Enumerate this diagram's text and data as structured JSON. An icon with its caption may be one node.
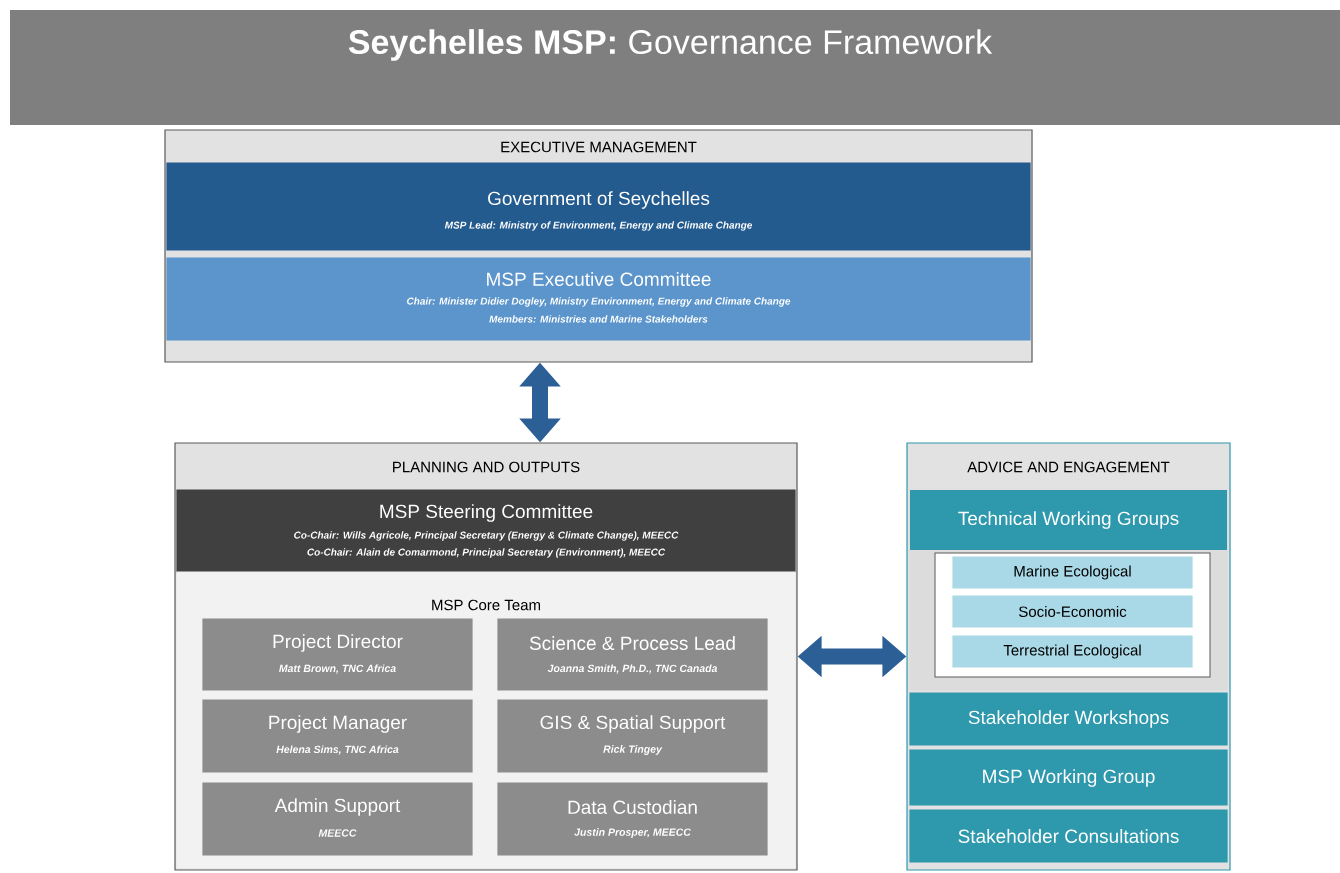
{
  "diagram": {
    "title": "**Seychelles MSP:** Governance Framework",
    "nodes": [
      {
        "text": [
          "EXECUTIVE MANAGEMENT"
        ]
      },
      {
        "text": [
          "Government of Seychelles",
          "MSP Lead: Ministry of Environment, Energy and Climate Change"
        ],
        "in": 0
      },
      {
        "text": [
          "MSP Executive Committee",
          "Chair: Minister Didier Dogley,  Ministry Environment, Energy and Climate Change",
          "Members: Ministries and Marine Stakeholders"
        ],
        "in": 0
      },
      {
        "text": [
          "PLANNING AND OUTPUTS"
        ]
      },
      {
        "text": [
          "MSP Steering Committee",
          "Co-Chair: Wills Agricole, Principal Secretary (Energy & Climate Change), MEECC",
          "Co-Chair: Alain de Comarmond, Principal Secretary (Environment), MEECC"
        ],
        "in": 3
      },
      {
        "text": [
          "MSP Core Team"
        ],
        "in": 3
      },
      {
        "text": [
          "Project Director",
          "Matt Brown, TNC Africa"
        ],
        "in": 5
      },
      {
        "text": [
          "Science & Process Lead",
          "Joanna Smith, Ph.D., TNC Canada"
        ],
        "in": 5
      },
      {
        "text": [
          "Project Manager",
          "Helena Sims, TNC Africa"
        ],
        "in": 5
      },
      {
        "text": [
          "GIS & Spatial Support",
          "Rick Tingey"
        ],
        "in": 5
      },
      {
        "text": [
          "Admin Support",
          "MEECC"
        ],
        "in": 5
      },
      {
        "text": [
          "Data Custodian",
          "Justin Prosper, MEECC"
        ],
        "in": 5
      },
      {
        "text": [
          "ADVICE AND ENGAGEMENT"
        ]
      },
      {
        "text": [
          "Technical Working Groups"
        ],
        "in": 12
      },
      {
        "text": [
          "Marine Ecological"
        ],
        "in": 13
      },
      {
        "text": [
          "Socio-Economic"
        ],
        "in": 13
      },
      {
        "text": [
          "Terrestrial Ecological"
        ],
        "in": 13
      },
      {
        "text": [
          "Stakeholder Workshops"
        ],
        "in": 12
      },
      {
        "text": [
          "MSP Working Group"
        ],
        "in": 12
      },
      {
        "text": [
          "Stakeholder Consultations"
        ],
        "in": 12
      }
    ],
    "edges": [
      {
        "from": 0,
        "to": 3,
        "arrow": "both"
      },
      {
        "from": 3,
        "to": 12,
        "arrow": "both"
      }
    ]
  }
}
